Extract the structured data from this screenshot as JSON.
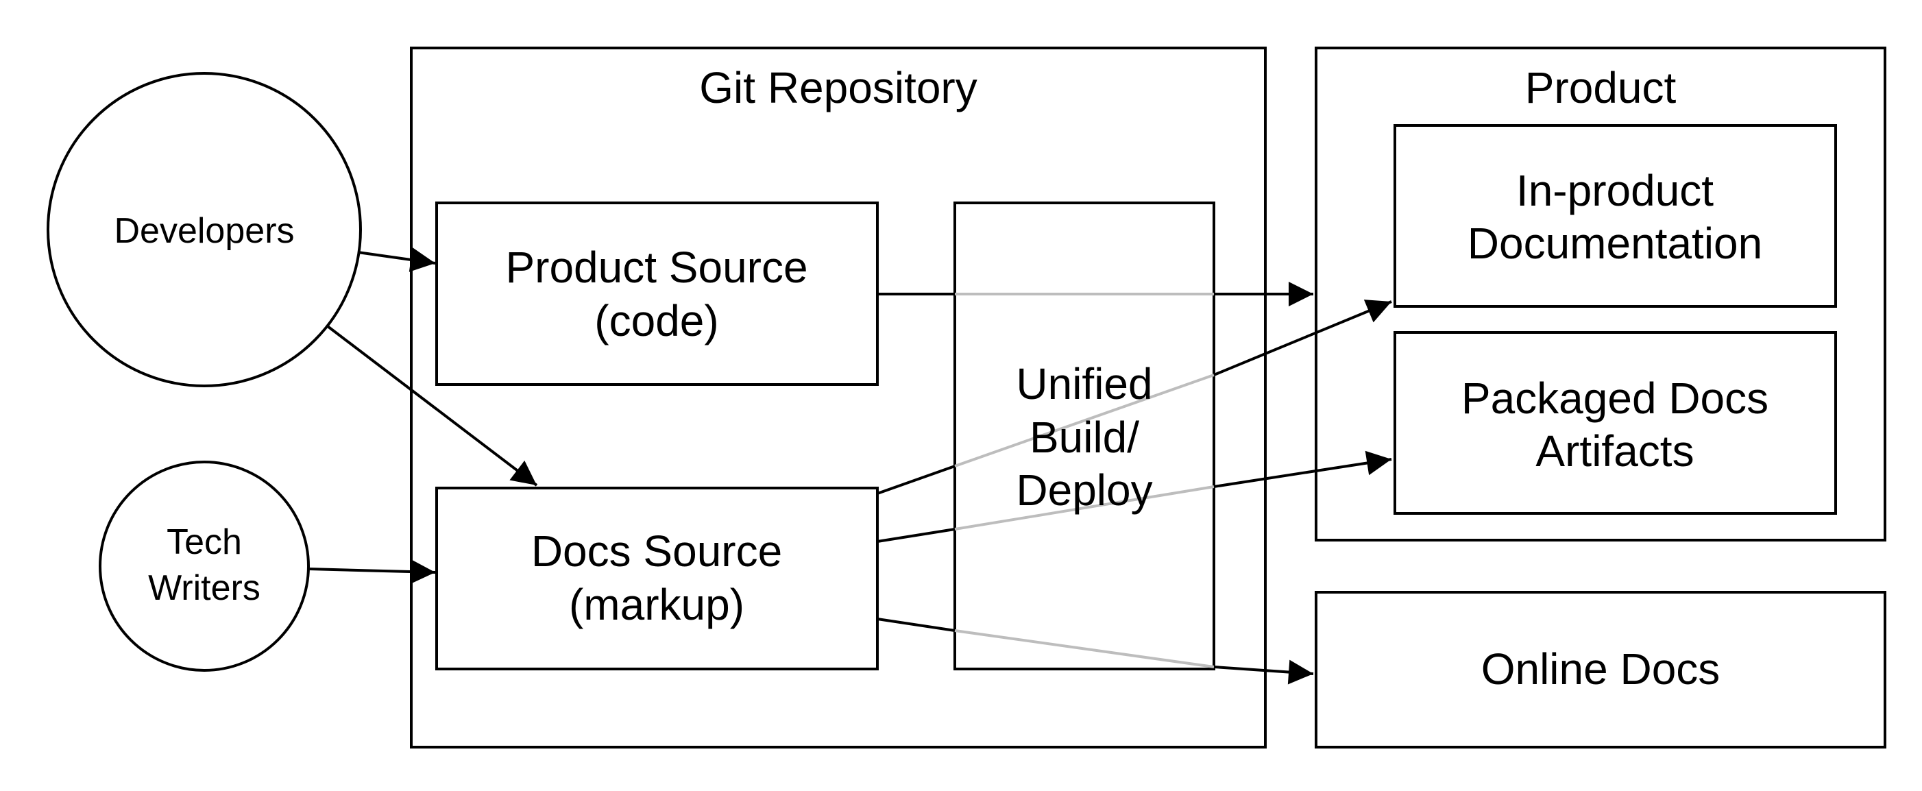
{
  "actors": {
    "developers": "Developers",
    "tech_writers_line1": "Tech",
    "tech_writers_line2": "Writers"
  },
  "git_repository": {
    "title": "Git Repository",
    "product_source_line1": "Product Source",
    "product_source_line2": "(code)",
    "docs_source_line1": "Docs Source",
    "docs_source_line2": "(markup)",
    "build_line1": "Unified",
    "build_line2": "Build/",
    "build_line3": "Deploy"
  },
  "product": {
    "title": "Product",
    "in_product_line1": "In-product",
    "in_product_line2": "Documentation",
    "packaged_line1": "Packaged Docs",
    "packaged_line2": "Artifacts"
  },
  "online_docs": "Online Docs",
  "colors": {
    "stroke": "#000000",
    "occluded_edge": "#bdbdbd",
    "background": "#ffffff"
  }
}
